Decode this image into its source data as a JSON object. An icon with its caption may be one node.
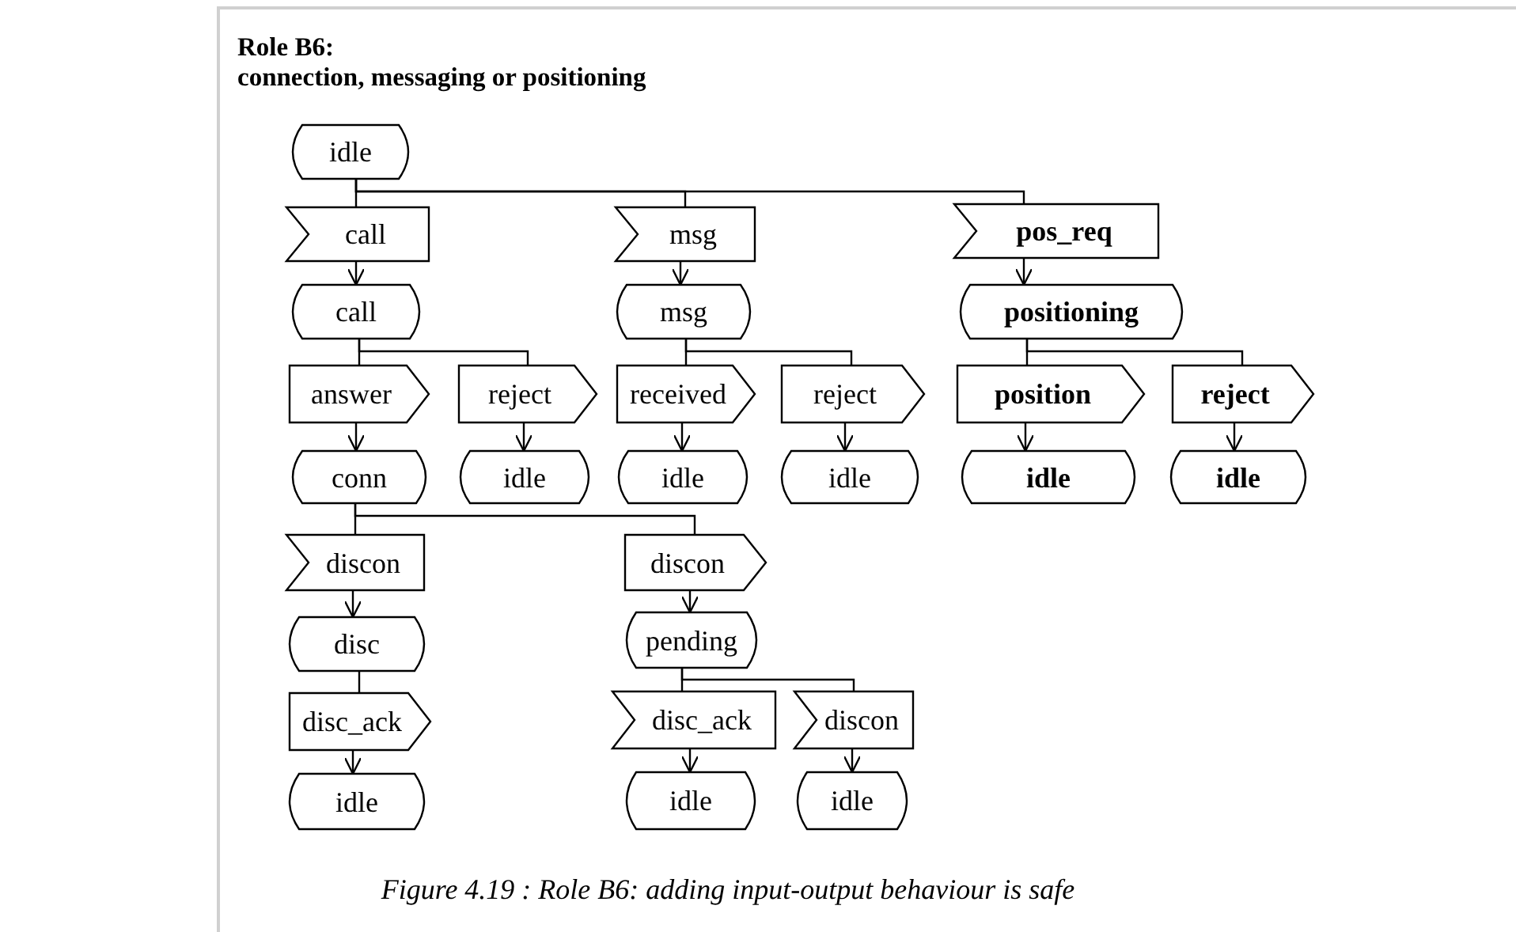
{
  "diagram": {
    "title": "Role B6: connection, messaging or positioning",
    "caption": "Figure 4.19 :  Role B6: adding input-output behaviour is safe",
    "nodes": [
      {
        "text": [
          "idle"
        ]
      },
      {
        "text": [
          "call"
        ]
      },
      {
        "text": [
          "call"
        ]
      },
      {
        "text": [
          "answer"
        ]
      },
      {
        "text": [
          "reject"
        ]
      },
      {
        "text": [
          "conn"
        ]
      },
      {
        "text": [
          "idle"
        ]
      },
      {
        "text": [
          "msg"
        ]
      },
      {
        "text": [
          "msg"
        ]
      },
      {
        "text": [
          "received"
        ]
      },
      {
        "text": [
          "reject"
        ]
      },
      {
        "text": [
          "idle"
        ]
      },
      {
        "text": [
          "idle"
        ]
      },
      {
        "text": [
          "pos_req"
        ]
      },
      {
        "text": [
          "positioning"
        ]
      },
      {
        "text": [
          "position"
        ]
      },
      {
        "text": [
          "reject"
        ]
      },
      {
        "text": [
          "idle"
        ]
      },
      {
        "text": [
          "idle"
        ]
      },
      {
        "text": [
          "discon"
        ]
      },
      {
        "text": [
          "disc"
        ]
      },
      {
        "text": [
          "disc_ack"
        ]
      },
      {
        "text": [
          "idle"
        ]
      },
      {
        "text": [
          "discon"
        ]
      },
      {
        "text": [
          "pending"
        ]
      },
      {
        "text": [
          "disc_ack"
        ]
      },
      {
        "text": [
          "discon"
        ]
      },
      {
        "text": [
          "idle"
        ]
      },
      {
        "text": [
          "idle"
        ]
      }
    ],
    "edges": [
      {
        "from": 0,
        "to": 1,
        "arrow": "none"
      },
      {
        "from": 0,
        "to": 7,
        "arrow": "none"
      },
      {
        "from": 0,
        "to": 13,
        "arrow": "none"
      },
      {
        "from": 1,
        "to": 2,
        "arrow": "to"
      },
      {
        "from": 2,
        "to": 3,
        "arrow": "none"
      },
      {
        "from": 2,
        "to": 4,
        "arrow": "none"
      },
      {
        "from": 3,
        "to": 5,
        "arrow": "to"
      },
      {
        "from": 4,
        "to": 6,
        "arrow": "to"
      },
      {
        "from": 7,
        "to": 8,
        "arrow": "to"
      },
      {
        "from": 8,
        "to": 9,
        "arrow": "none"
      },
      {
        "from": 8,
        "to": 10,
        "arrow": "none"
      },
      {
        "from": 9,
        "to": 11,
        "arrow": "to"
      },
      {
        "from": 10,
        "to": 12,
        "arrow": "to"
      },
      {
        "from": 13,
        "to": 14,
        "arrow": "to"
      },
      {
        "from": 14,
        "to": 15,
        "arrow": "none"
      },
      {
        "from": 14,
        "to": 16,
        "arrow": "none"
      },
      {
        "from": 15,
        "to": 17,
        "arrow": "to"
      },
      {
        "from": 16,
        "to": 18,
        "arrow": "to"
      },
      {
        "from": 5,
        "to": 19,
        "arrow": "none"
      },
      {
        "from": 5,
        "to": 23,
        "arrow": "none"
      },
      {
        "from": 19,
        "to": 20,
        "arrow": "to"
      },
      {
        "from": 20,
        "to": 21,
        "arrow": "none"
      },
      {
        "from": 21,
        "to": 22,
        "arrow": "to"
      },
      {
        "from": 23,
        "to": 24,
        "arrow": "to"
      },
      {
        "from": 24,
        "to": 25,
        "arrow": "none"
      },
      {
        "from": 24,
        "to": 26,
        "arrow": "none"
      },
      {
        "from": 25,
        "to": 27,
        "arrow": "to"
      },
      {
        "from": 26,
        "to": 28,
        "arrow": "to"
      }
    ]
  }
}
